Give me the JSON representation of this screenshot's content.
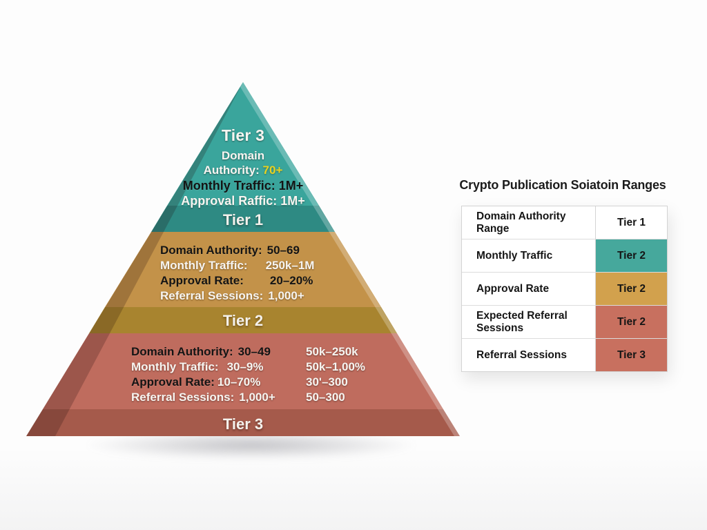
{
  "colors": {
    "teal_face": "#3aa59c",
    "teal_band": "#2e8a83",
    "gold_face": "#c39249",
    "gold_band": "#a8842f",
    "red_face": "#bf6c5e",
    "red_band": "#a55a4b",
    "value_highlight_yellow": "#e8d31f",
    "table_teal": "#46a89c",
    "table_gold": "#d2a14d",
    "table_red": "#c8705f"
  },
  "pyramid": {
    "top": {
      "heading": "Tier 3",
      "line1_label": "Domain",
      "line2_label": "Authority:",
      "line2_value": "70+",
      "line3_label": "Monthly Traffic:",
      "line3_value": "1M+",
      "line4_label": "Approval Raffic:",
      "line4_value": "1M+",
      "band_label": "Tier 1"
    },
    "middle": {
      "line1_label": "Domain Authority:",
      "line1_value": "50–69",
      "line2_label": "Monthly Traffic:",
      "line2_value": "250k–1M",
      "line3_label": "Approval Rate:",
      "line3_value": "20–20%",
      "line4_label": "Referral Sessions:",
      "line4_value": "1,000+",
      "band_label": "Tier 2"
    },
    "bottom": {
      "line1_label": "Domain Authority:",
      "line1_value": "30–49",
      "line2_label": "Monthly Traffic:",
      "line2_value": "30–9%",
      "line3_label": "Approval Rate:",
      "line3_value": "10–70%",
      "line4_label": "Referral Sessions:",
      "line4_value": "1,000+",
      "col2": [
        "50k–250k",
        "50k–1,00%",
        "30'–300",
        "50–300"
      ],
      "band_label": "Tier 3"
    }
  },
  "panel": {
    "title": "Crypto Publication Soiatoin Ranges",
    "rows": [
      {
        "label": "Domain Authority Range",
        "tier": "Tier 1"
      },
      {
        "label": "Monthly Traffic",
        "tier": "Tier 2"
      },
      {
        "label": "Approval Rate",
        "tier": "Tier 2"
      },
      {
        "label": "Expected Referral Sessions",
        "tier": "Tier 2"
      },
      {
        "label": "Referral Sessions",
        "tier": "Tier 3"
      }
    ]
  }
}
